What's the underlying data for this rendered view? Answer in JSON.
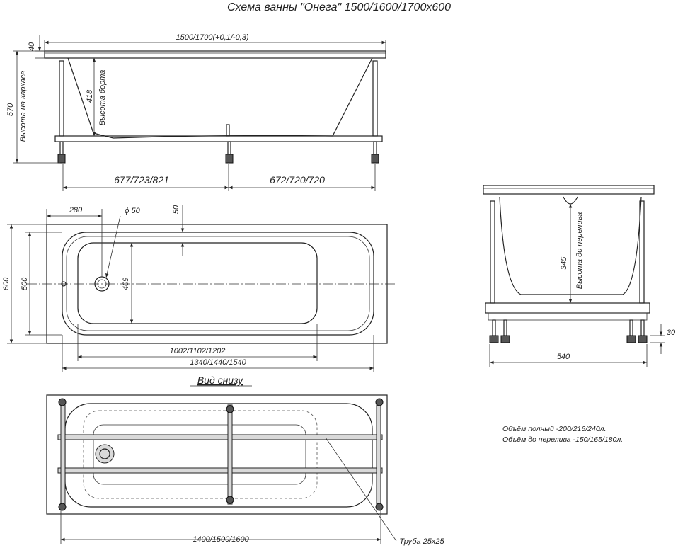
{
  "title": "Схема ванны \"Онега\" 1500/1600/1700x600",
  "side_view": {
    "length": "1500/1700(+0,1/-0,3)",
    "rim_thickness": "40",
    "frame_height": "570",
    "frame_height_label": "Высота на каркасе",
    "rim_height": "418",
    "rim_height_label": "Высота борта",
    "left_span": "677/723/821",
    "right_span": "672/720/720"
  },
  "top_view": {
    "drain_offset": "280",
    "drain_diameter": "ϕ 50",
    "inner_offset": "50",
    "width": "600",
    "inner_width": "500",
    "bottom_width": "409",
    "bottom_length": "1002/1102/1202",
    "inner_length": "1340/1440/1540"
  },
  "bottom_view": {
    "label": "Вид снизу",
    "frame_length": "1400/1500/1600",
    "pipe_label": "Труба 25х25"
  },
  "end_view": {
    "overflow_height": "345",
    "overflow_label": "Высота до перелива",
    "leg_height": "30",
    "frame_width": "540"
  },
  "notes": {
    "volume_full": "Объём полный -200/216/240л.",
    "volume_overflow": "Объём до перелива -150/165/180л."
  }
}
